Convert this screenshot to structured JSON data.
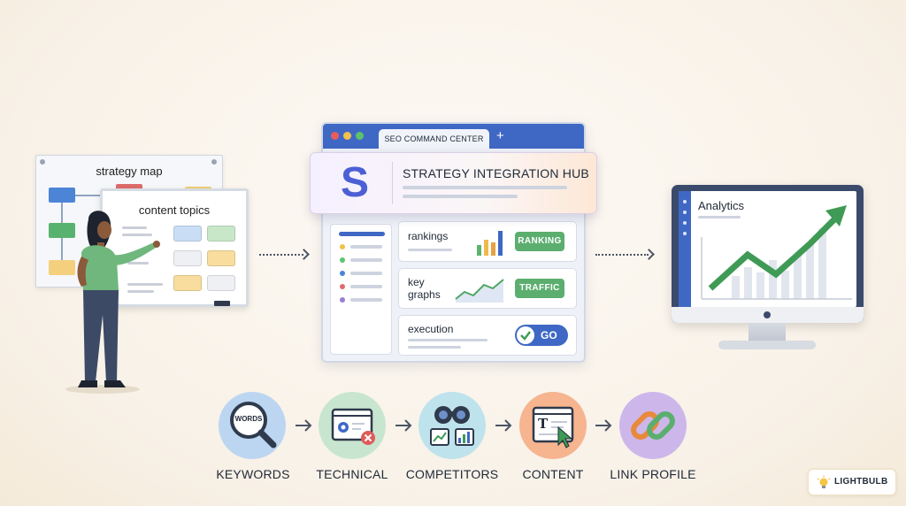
{
  "left": {
    "strategy_board_title": "strategy map",
    "content_board_title": "content topics"
  },
  "browser": {
    "tab_label": "SEO COMMAND CENTER",
    "tab_plus": "+",
    "hub_logo": "S",
    "hub_title": "STRATEGY INTEGRATION HUB",
    "panels": [
      {
        "label": "rankings",
        "pill": "RANKING"
      },
      {
        "label": "key\ngraphs",
        "pill": "TRAFFIC"
      },
      {
        "label": "execution",
        "pill": "GO"
      }
    ]
  },
  "monitor": {
    "title": "Analytics"
  },
  "steps": [
    {
      "label": "KEYWORDS",
      "icon_text": "WORDS",
      "icon": "magnifier-icon",
      "color": "#bcd6f2"
    },
    {
      "label": "TECHNICAL",
      "icon": "settings-window-icon",
      "color": "#c8e6cf"
    },
    {
      "label": "COMPETITORS",
      "icon": "binoculars-icon",
      "color": "#bfe3ec"
    },
    {
      "label": "CONTENT",
      "icon_text": "T",
      "icon": "text-editor-icon",
      "color": "#f6b48f"
    },
    {
      "label": "LINK PROFILE",
      "icon": "chain-link-icon",
      "color": "#cdb7ea"
    }
  ],
  "badge": {
    "text": "LIGHTBULB"
  },
  "colors": {
    "accent_blue": "#3f68c5",
    "accent_green": "#3f9a55",
    "logo": "#4c5fd5"
  }
}
